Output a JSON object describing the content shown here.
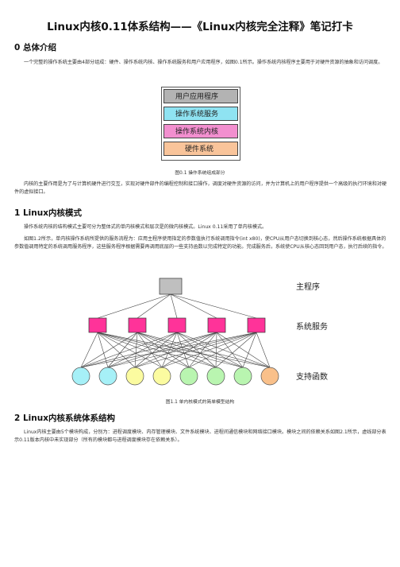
{
  "title": "Linux内核0.11体系结构——《Linux内核完全注释》笔记打卡",
  "sections": [
    {
      "heading": "0 总体介绍",
      "para1": "一个完整的操作系统主要由4部分组成：硬件、操作系统内核、操作系统服务和用户应用程序，如图0.1所示。操作系统内核程序主要用于对硬件资源的抽象和访问调度。",
      "figure": {
        "layers": [
          {
            "label": "用户应用程序",
            "color": "#b3b3b3"
          },
          {
            "label": "操作系统服务",
            "color": "#8fe3f2"
          },
          {
            "label": "操作系统内核",
            "color": "#f28fcf"
          },
          {
            "label": "硬件系统",
            "color": "#f9c49a"
          }
        ],
        "caption": "图0.1 操作系统组成部分"
      },
      "para2": "内核的主要作用是为了与计算机硬件进行交互，实现对硬件部件的编程控制和接口操作，调度对硬件资源的访问，并为计算机上的用户程序提供一个高级的执行环境和对硬件的虚拟接口。"
    },
    {
      "heading": "1 Linux内核模式",
      "para1": "操作系统内核的结构模式主要可分为整体式的单内核模式和层次是的微内核模式。Linux 0.11采用了单内核模式。",
      "para2": "如图1.2所示，单内核操作系统所提供的服务流程为：应用主程序使用指定的参数值执行系统调用指令(int x80)，使CPU从用户态切换到核心态，然后操作系统根据具体的参数值调用特定的系统调用服务程序，这些服务程序根据需要再调用底层的一些支持函数以完成特定的功能。完成服务后，系统使CPU从核心态回到用户态，执行后续的指令。",
      "figure": {
        "labels": [
          "主程序",
          "系统服务",
          "支持函数"
        ],
        "main_color": "#bfbfbf",
        "service_color": "#ff3399",
        "support_colors": [
          "#a6f0f7",
          "#a6f0f7",
          "#fbfba0",
          "#fbfba0",
          "#b9f5b0",
          "#b9f5b0",
          "#b9f5b0",
          "#f9c08a"
        ],
        "caption": "图1.1 单内核模式的简单模型结构"
      }
    },
    {
      "heading": "2 Linux内核系统体系结构",
      "para1": "Linux内核主要由5个模块构成，分别为：进程调度模块、内存管理模块、文件系统模块、进程间通信模块和网络接口模块。模块之间的依赖关系如图2.1所示，虚线部分表示0.11版本内核中未实现部分（所有的模块都与进程调度模块存在依赖关系）。"
    }
  ]
}
